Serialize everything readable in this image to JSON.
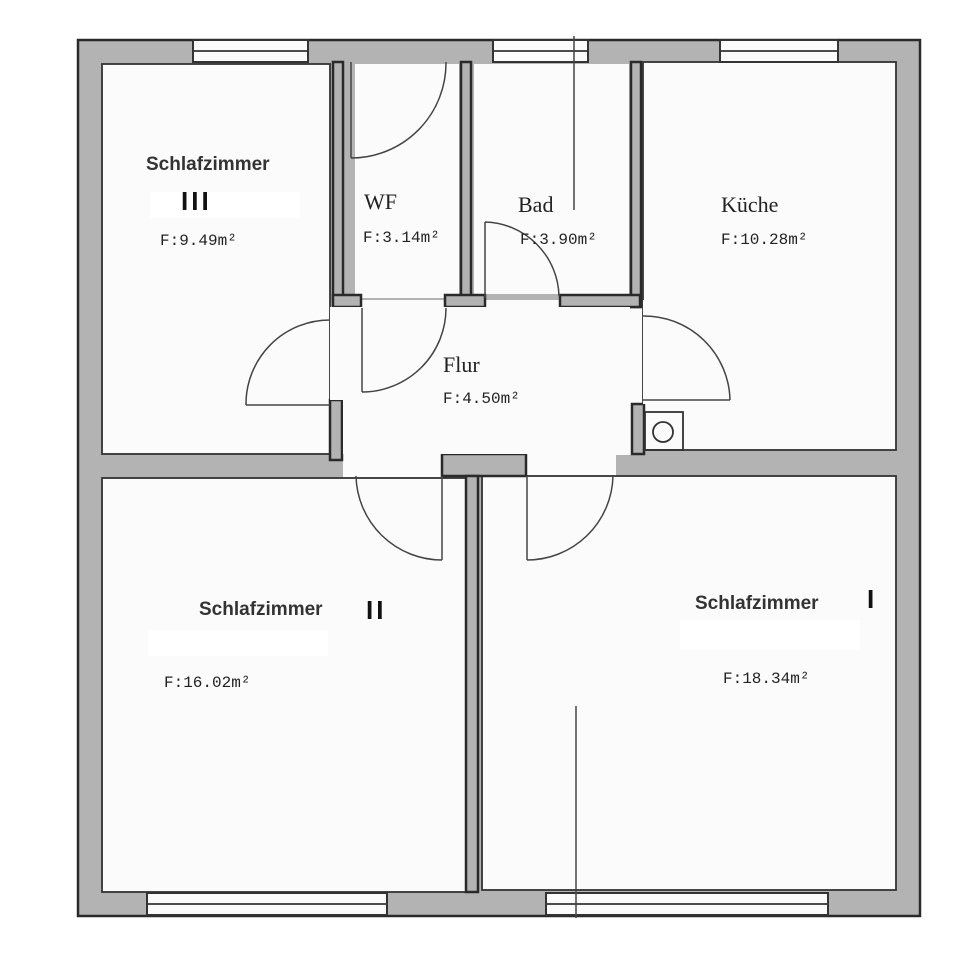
{
  "plan": {
    "rooms": [
      {
        "id": "schlafzimmer-3",
        "name": "Schlafzimmer",
        "numeral": "III",
        "area": "F:9.49m²"
      },
      {
        "id": "wf",
        "name": "WF",
        "area": "F:3.14m²"
      },
      {
        "id": "bad",
        "name": "Bad",
        "area": "F:3.90m²"
      },
      {
        "id": "kueche",
        "name": "Küche",
        "area": "F:10.28m²"
      },
      {
        "id": "flur",
        "name": "Flur",
        "area": "F:4.50m²"
      },
      {
        "id": "schlafzimmer-2",
        "name": "Schlafzimmer",
        "numeral": "II",
        "area": "F:16.02m²"
      },
      {
        "id": "schlafzimmer-1",
        "name": "Schlafzimmer",
        "numeral": "I",
        "area": "F:18.34m²"
      }
    ],
    "symbols": [
      {
        "id": "chimney",
        "icon": "chimney-flue-icon"
      }
    ],
    "colors": {
      "wall_fill": "#b3b3b3",
      "wall_outline": "#2a2a2a",
      "background": "#ffffff"
    }
  }
}
